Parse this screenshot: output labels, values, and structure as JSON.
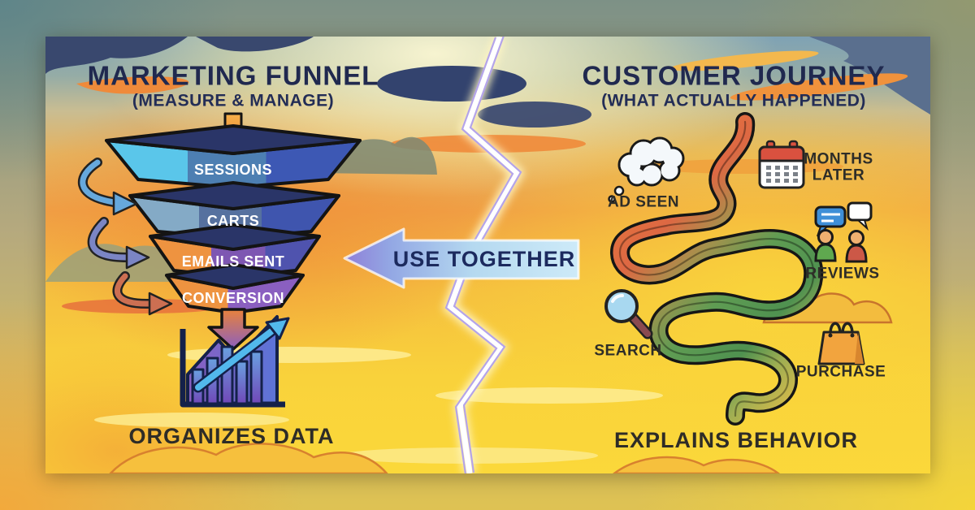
{
  "left_panel": {
    "title": "MARKETING FUNNEL",
    "subtitle": "(MEASURE & MANAGE)",
    "stages": [
      {
        "label": "SESSIONS"
      },
      {
        "label": "CARTS"
      },
      {
        "label": "EMAILS SENT"
      },
      {
        "label": "CONVERSION"
      }
    ],
    "caption": "ORGANIZES DATA"
  },
  "center": {
    "arrow_label": "USE TOGETHER"
  },
  "right_panel": {
    "title": "CUSTOMER JOURNEY",
    "subtitle": "(WHAT ACTUALLY HAPPENED)",
    "steps": [
      {
        "label": "AD SEEN",
        "icon": "thought-bubble-icon"
      },
      {
        "label": "MONTHS LATER",
        "lines": [
          "MONTHS",
          "LATER"
        ],
        "icon": "calendar-icon"
      },
      {
        "label": "REVIEWS",
        "icon": "people-chat-icon"
      },
      {
        "label": "SEARCH",
        "icon": "magnifying-glass-icon"
      },
      {
        "label": "PURCHASE",
        "icon": "shopping-bag-icon"
      }
    ],
    "caption": "EXPLAINS BEHAVIOR"
  },
  "colors": {
    "title_navy": "#20294f",
    "funnel_cyan": "#5ac6ea",
    "funnel_blue": "#4d7fb2",
    "funnel_royal": "#3d58b4",
    "funnel_orange": "#ee9340",
    "funnel_purple": "#8a5fc0",
    "journey_orange": "#e0703f",
    "journey_green": "#5f9c53",
    "journey_yellow": "#e9c74a",
    "sky_orange": "#f09a44",
    "sky_yellow": "#fad43a"
  }
}
